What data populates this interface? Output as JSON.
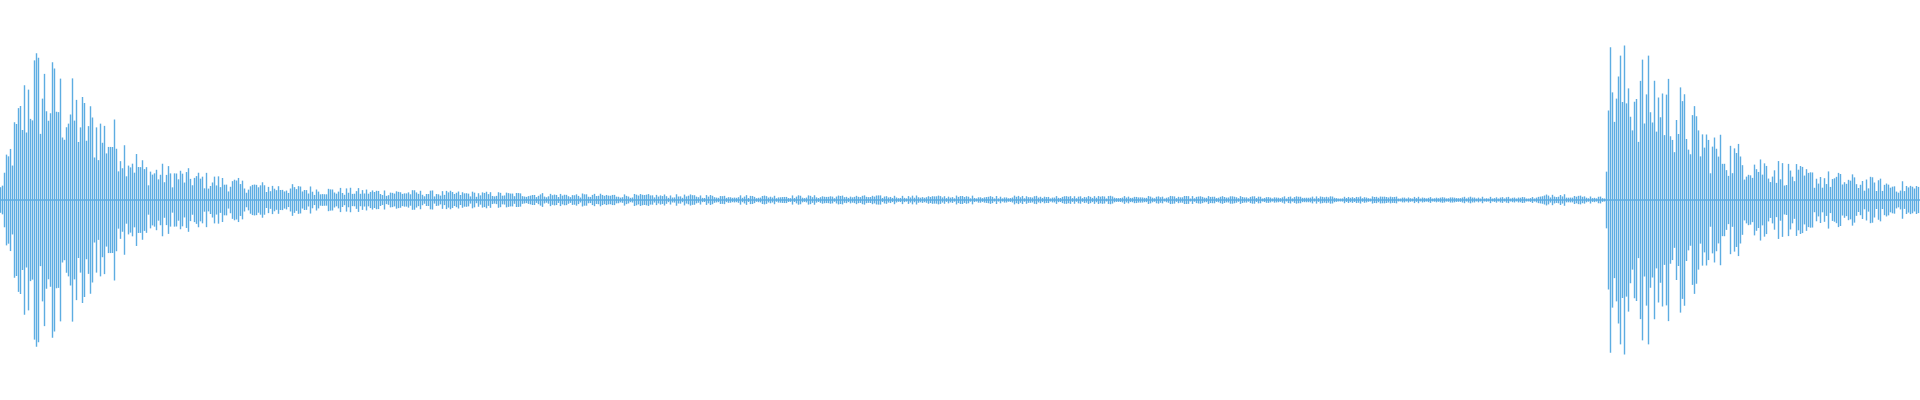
{
  "waveform": {
    "color": "#5dade2",
    "background": "#ffffff",
    "amplitude_envelope": [
      {
        "t": 0.0,
        "amp": 0.1
      },
      {
        "t": 0.008,
        "amp": 0.55
      },
      {
        "t": 0.016,
        "amp": 1.0
      },
      {
        "t": 0.03,
        "amp": 0.85
      },
      {
        "t": 0.045,
        "amp": 0.65
      },
      {
        "t": 0.06,
        "amp": 0.5
      },
      {
        "t": 0.075,
        "amp": 0.25
      },
      {
        "t": 0.095,
        "amp": 0.2
      },
      {
        "t": 0.13,
        "amp": 0.12
      },
      {
        "t": 0.17,
        "amp": 0.08
      },
      {
        "t": 0.22,
        "amp": 0.06
      },
      {
        "t": 0.3,
        "amp": 0.04
      },
      {
        "t": 0.4,
        "amp": 0.03
      },
      {
        "t": 0.6,
        "amp": 0.025
      },
      {
        "t": 0.8,
        "amp": 0.02
      },
      {
        "t": 0.81,
        "amp": 0.05
      },
      {
        "t": 0.816,
        "amp": 0.04
      },
      {
        "t": 0.822,
        "amp": 0.03
      },
      {
        "t": 0.836,
        "amp": 0.02
      },
      {
        "t": 0.837,
        "amp": 1.0
      },
      {
        "t": 0.85,
        "amp": 0.95
      },
      {
        "t": 0.87,
        "amp": 0.8
      },
      {
        "t": 0.89,
        "amp": 0.45
      },
      {
        "t": 0.915,
        "amp": 0.3
      },
      {
        "t": 0.94,
        "amp": 0.2
      },
      {
        "t": 0.97,
        "amp": 0.15
      },
      {
        "t": 1.0,
        "amp": 0.1
      }
    ]
  }
}
